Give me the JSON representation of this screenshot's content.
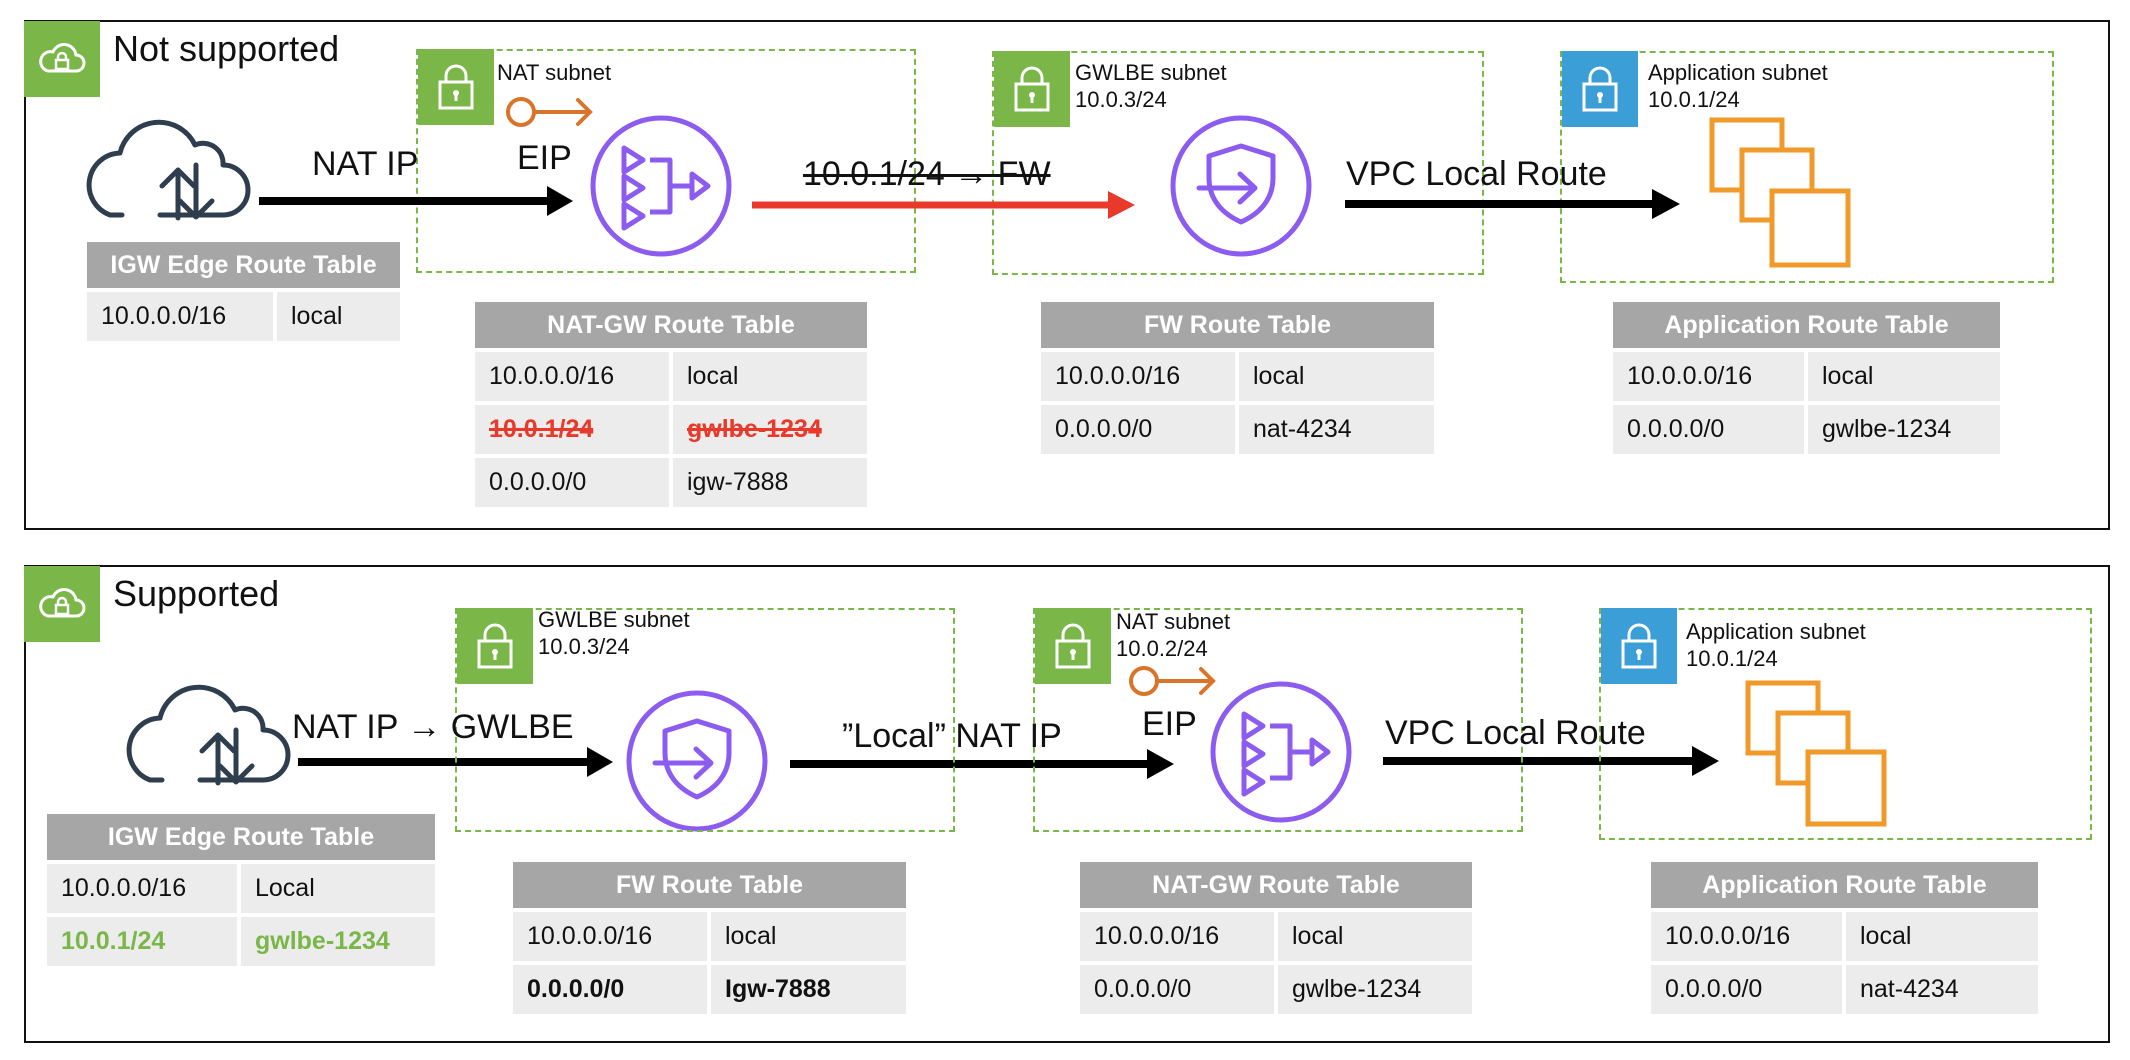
{
  "colors": {
    "vpc_badge": "#7ab648",
    "public_subnet": "#7ab648",
    "private_subnet": "#3b9ed6",
    "gateway_icon": "#8c5cf0",
    "instance_icon": "#f09a2a",
    "eip_icon": "#d9742b",
    "arrow": "#000000",
    "arrow_blocked": "#e8392b",
    "table_header": "#a6a6a6",
    "table_cell": "#ececec",
    "struck_route": "#e8392b",
    "new_route": "#7ab648"
  },
  "panels": [
    {
      "title": "Not supported",
      "vpc_icon": "vpc-cloud-lock-icon",
      "subnets": [
        {
          "name": "NAT subnet",
          "cidr": "",
          "icon": "lock-icon",
          "kind": "public"
        },
        {
          "name": "GWLBE subnet",
          "cidr": "10.0.3/24",
          "icon": "lock-icon",
          "kind": "public"
        },
        {
          "name": "Application subnet",
          "cidr": "10.0.1/24",
          "icon": "lock-icon",
          "kind": "private"
        }
      ],
      "eip_label": "EIP",
      "flow_labels": {
        "a": "NAT IP",
        "b": "10.0.1/24 → FW",
        "c": "VPC Local Route"
      },
      "route_tables": {
        "igw": {
          "title": "IGW Edge Route Table",
          "rows": [
            {
              "dest": "10.0.0.0/16",
              "target": "local",
              "style": ""
            }
          ]
        },
        "t1": {
          "title": "NAT-GW Route Table",
          "rows": [
            {
              "dest": "10.0.0.0/16",
              "target": "local",
              "style": ""
            },
            {
              "dest": "10.0.1/24",
              "target": "gwlbe-1234",
              "style": "struck"
            },
            {
              "dest": "0.0.0.0/0",
              "target": "igw-7888",
              "style": ""
            }
          ]
        },
        "t2": {
          "title": "FW Route Table",
          "rows": [
            {
              "dest": "10.0.0.0/16",
              "target": "local",
              "style": ""
            },
            {
              "dest": "0.0.0.0/0",
              "target": "nat-4234",
              "style": ""
            }
          ]
        },
        "t3": {
          "title": "Application Route Table",
          "rows": [
            {
              "dest": "10.0.0.0/16",
              "target": "local",
              "style": ""
            },
            {
              "dest": "0.0.0.0/0",
              "target": "gwlbe-1234",
              "style": ""
            }
          ]
        }
      }
    },
    {
      "title": "Supported",
      "vpc_icon": "vpc-cloud-lock-icon",
      "subnets": [
        {
          "name": "GWLBE subnet",
          "cidr": "10.0.3/24",
          "icon": "lock-icon",
          "kind": "public"
        },
        {
          "name": "NAT subnet",
          "cidr": "10.0.2/24",
          "icon": "lock-icon",
          "kind": "public"
        },
        {
          "name": "Application subnet",
          "cidr": "10.0.1/24",
          "icon": "lock-icon",
          "kind": "private"
        }
      ],
      "eip_label": "EIP",
      "flow_labels": {
        "a": "NAT IP → GWLBE",
        "b": "”Local” NAT IP",
        "c": "VPC Local Route"
      },
      "route_tables": {
        "igw": {
          "title": "IGW Edge Route Table",
          "rows": [
            {
              "dest": "10.0.0.0/16",
              "target": "Local",
              "style": ""
            },
            {
              "dest": "10.0.1/24",
              "target": "gwlbe-1234",
              "style": "added"
            }
          ]
        },
        "t1": {
          "title": "FW Route Table",
          "rows": [
            {
              "dest": "10.0.0.0/16",
              "target": "local",
              "style": ""
            },
            {
              "dest": "0.0.0.0/0",
              "target": "Igw-7888",
              "style": "bold"
            }
          ]
        },
        "t2": {
          "title": "NAT-GW Route Table",
          "rows": [
            {
              "dest": "10.0.0.0/16",
              "target": "local",
              "style": ""
            },
            {
              "dest": "0.0.0.0/0",
              "target": "gwlbe-1234",
              "style": ""
            }
          ]
        },
        "t3": {
          "title": "Application Route Table",
          "rows": [
            {
              "dest": "10.0.0.0/16",
              "target": "local",
              "style": ""
            },
            {
              "dest": "0.0.0.0/0",
              "target": "nat-4234",
              "style": ""
            }
          ]
        }
      }
    }
  ]
}
